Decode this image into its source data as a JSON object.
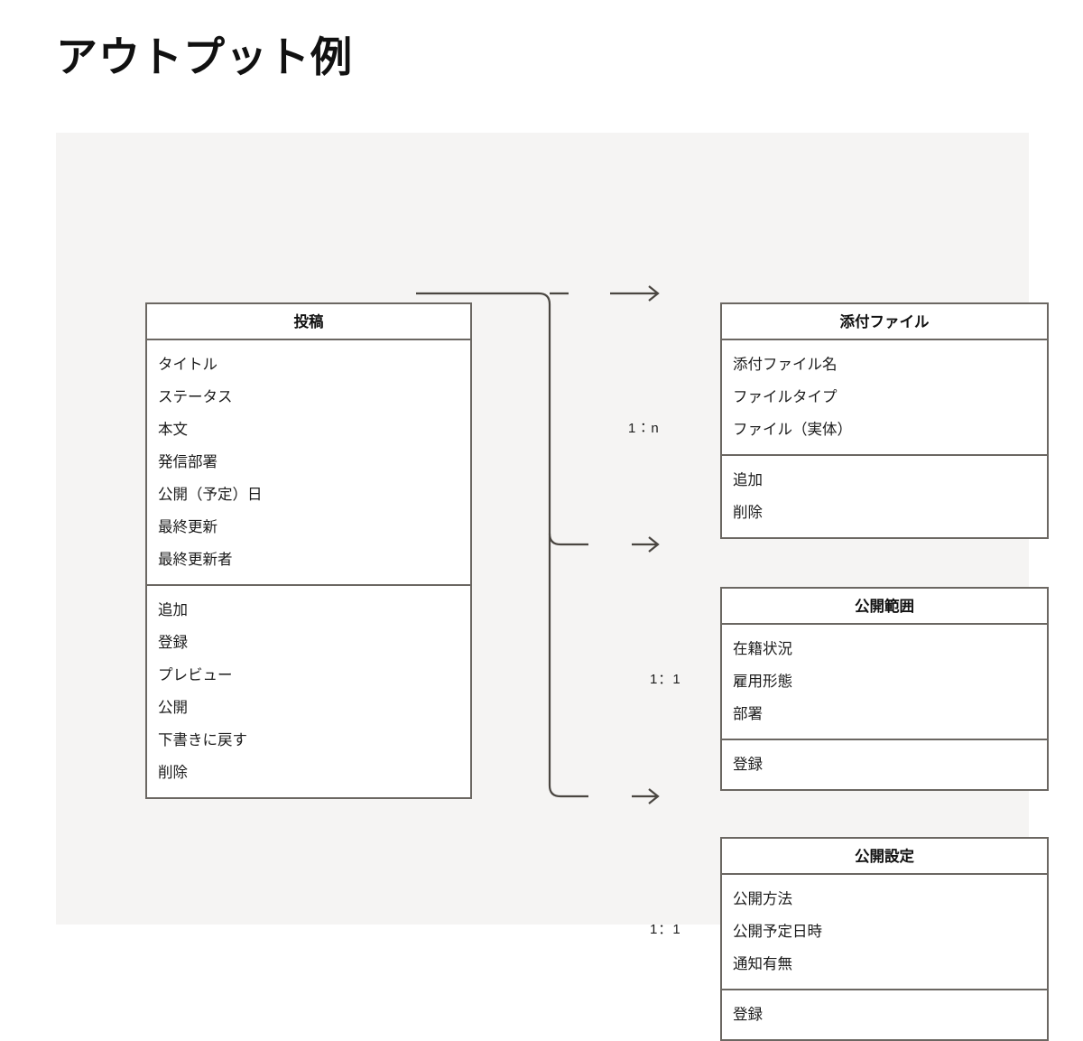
{
  "page": {
    "title": "アウトプット例"
  },
  "colors": {
    "panel_background": "#f5f4f3",
    "box_border": "#6b6762",
    "box_fill": "#ffffff",
    "text": "#1c1c1c",
    "connector": "#4a4641"
  },
  "diagram": {
    "type": "class-diagram",
    "classes": [
      {
        "id": "post",
        "name": "投稿",
        "attributes": [
          "タイトル",
          "ステータス",
          "本文",
          "発信部署",
          "公開（予定）日",
          "最終更新",
          "最終更新者"
        ],
        "methods": [
          "追加",
          "登録",
          "プレビュー",
          "公開",
          "下書きに戻す",
          "削除"
        ]
      },
      {
        "id": "attachment",
        "name": "添付ファイル",
        "attributes": [
          "添付ファイル名",
          "ファイルタイプ",
          "ファイル（実体）"
        ],
        "methods": [
          "追加",
          "削除"
        ]
      },
      {
        "id": "scope",
        "name": "公開範囲",
        "attributes": [
          "在籍状況",
          "雇用形態",
          "部署"
        ],
        "methods": [
          "登録"
        ]
      },
      {
        "id": "publish_setting",
        "name": "公開設定",
        "attributes": [
          "公開方法",
          "公開予定日時",
          "通知有無"
        ],
        "methods": [
          "登録"
        ]
      }
    ],
    "relations": [
      {
        "from": "post",
        "to": "attachment",
        "label": "1：n",
        "arrow": "open-arrow-right"
      },
      {
        "from": "post",
        "to": "scope",
        "label": "1：1",
        "arrow": "open-arrow-right"
      },
      {
        "from": "post",
        "to": "publish_setting",
        "label": "1：1",
        "arrow": "open-arrow-right"
      }
    ]
  }
}
